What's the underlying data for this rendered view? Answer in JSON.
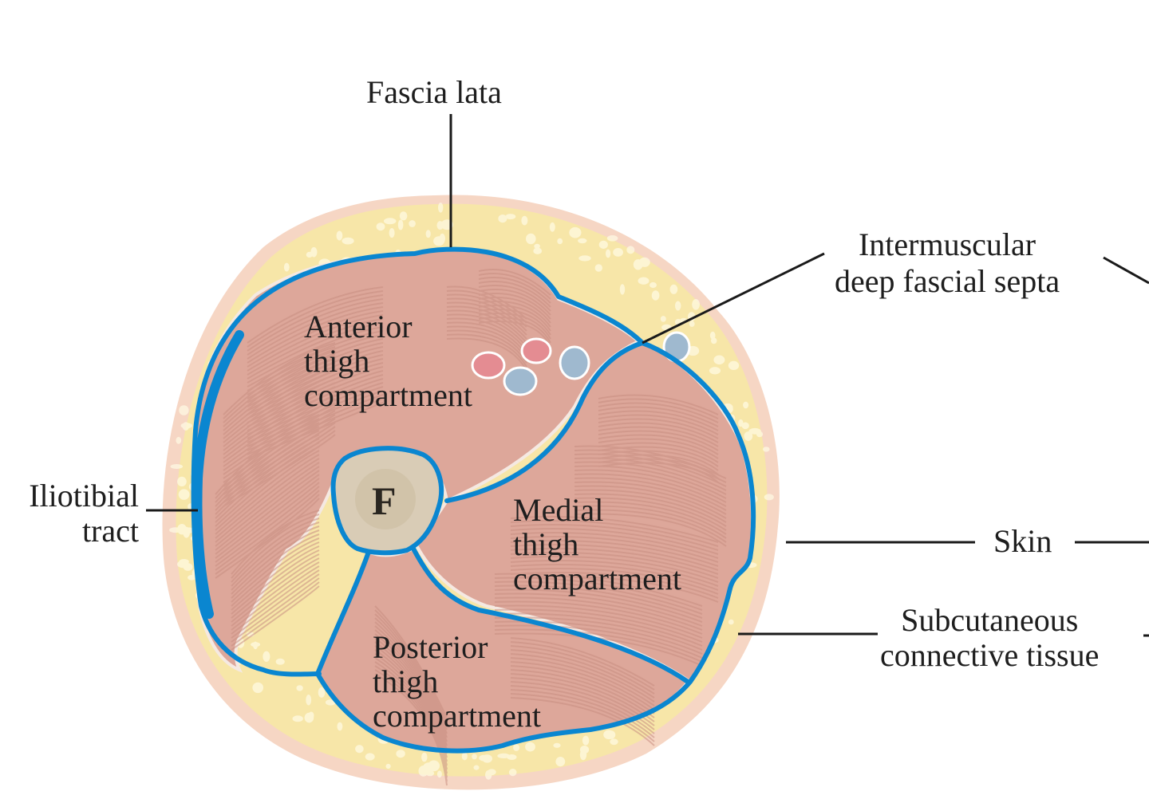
{
  "colors": {
    "fascia": "#0a86d0",
    "muscle": "#dda79a",
    "muscle_fiber": "#c98f82",
    "fat": "#f7e6a8",
    "skin": "#f6d6c4",
    "bone": "#d9ccb6",
    "artery": "#e48c92",
    "vein": "#9fb9cf",
    "leader_line": "#1a1a1a"
  },
  "labels": {
    "fascia_lata": "Fascia lata",
    "intermuscular": [
      "Intermuscular",
      "deep fascial septa"
    ],
    "iliotibial": [
      "Iliotibial",
      "tract"
    ],
    "skin": "Skin",
    "subcutaneous": [
      "Subcutaneous",
      "connective tissue"
    ],
    "anterior": [
      "Anterior",
      "thigh",
      "compartment"
    ],
    "medial": [
      "Medial",
      "thigh",
      "compartment"
    ],
    "posterior": [
      "Posterior",
      "thigh",
      "compartment"
    ],
    "femur": "F"
  }
}
